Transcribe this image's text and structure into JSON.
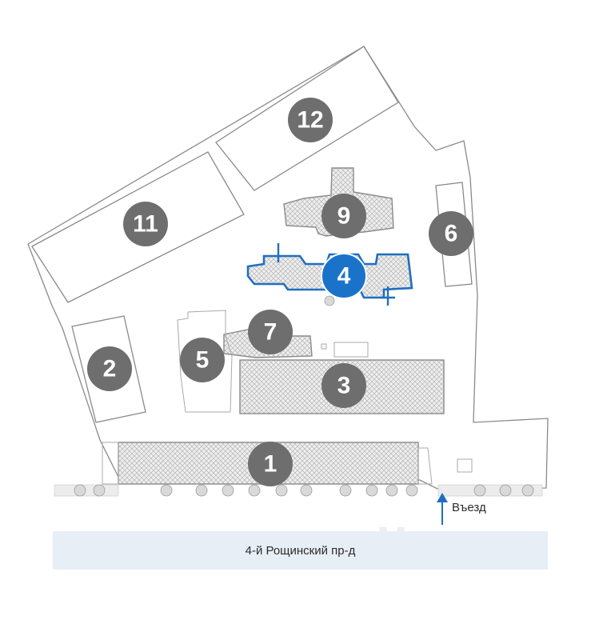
{
  "street_label": "4-й Рощинский пр-д",
  "entrance_label": "Въезд",
  "watermark": "Циан",
  "colors": {
    "highlight": "#1a73c9",
    "badge": "#6e6e6e",
    "street_bar": "#e7eef5"
  },
  "buildings": [
    {
      "id": "1",
      "label": "1",
      "active": false
    },
    {
      "id": "2",
      "label": "2",
      "active": false
    },
    {
      "id": "3",
      "label": "3",
      "active": false
    },
    {
      "id": "4",
      "label": "4",
      "active": true
    },
    {
      "id": "5",
      "label": "5",
      "active": false
    },
    {
      "id": "6",
      "label": "6",
      "active": false
    },
    {
      "id": "7",
      "label": "7",
      "active": false
    },
    {
      "id": "9",
      "label": "9",
      "active": false
    },
    {
      "id": "11",
      "label": "11",
      "active": false
    },
    {
      "id": "12",
      "label": "12",
      "active": false
    }
  ]
}
